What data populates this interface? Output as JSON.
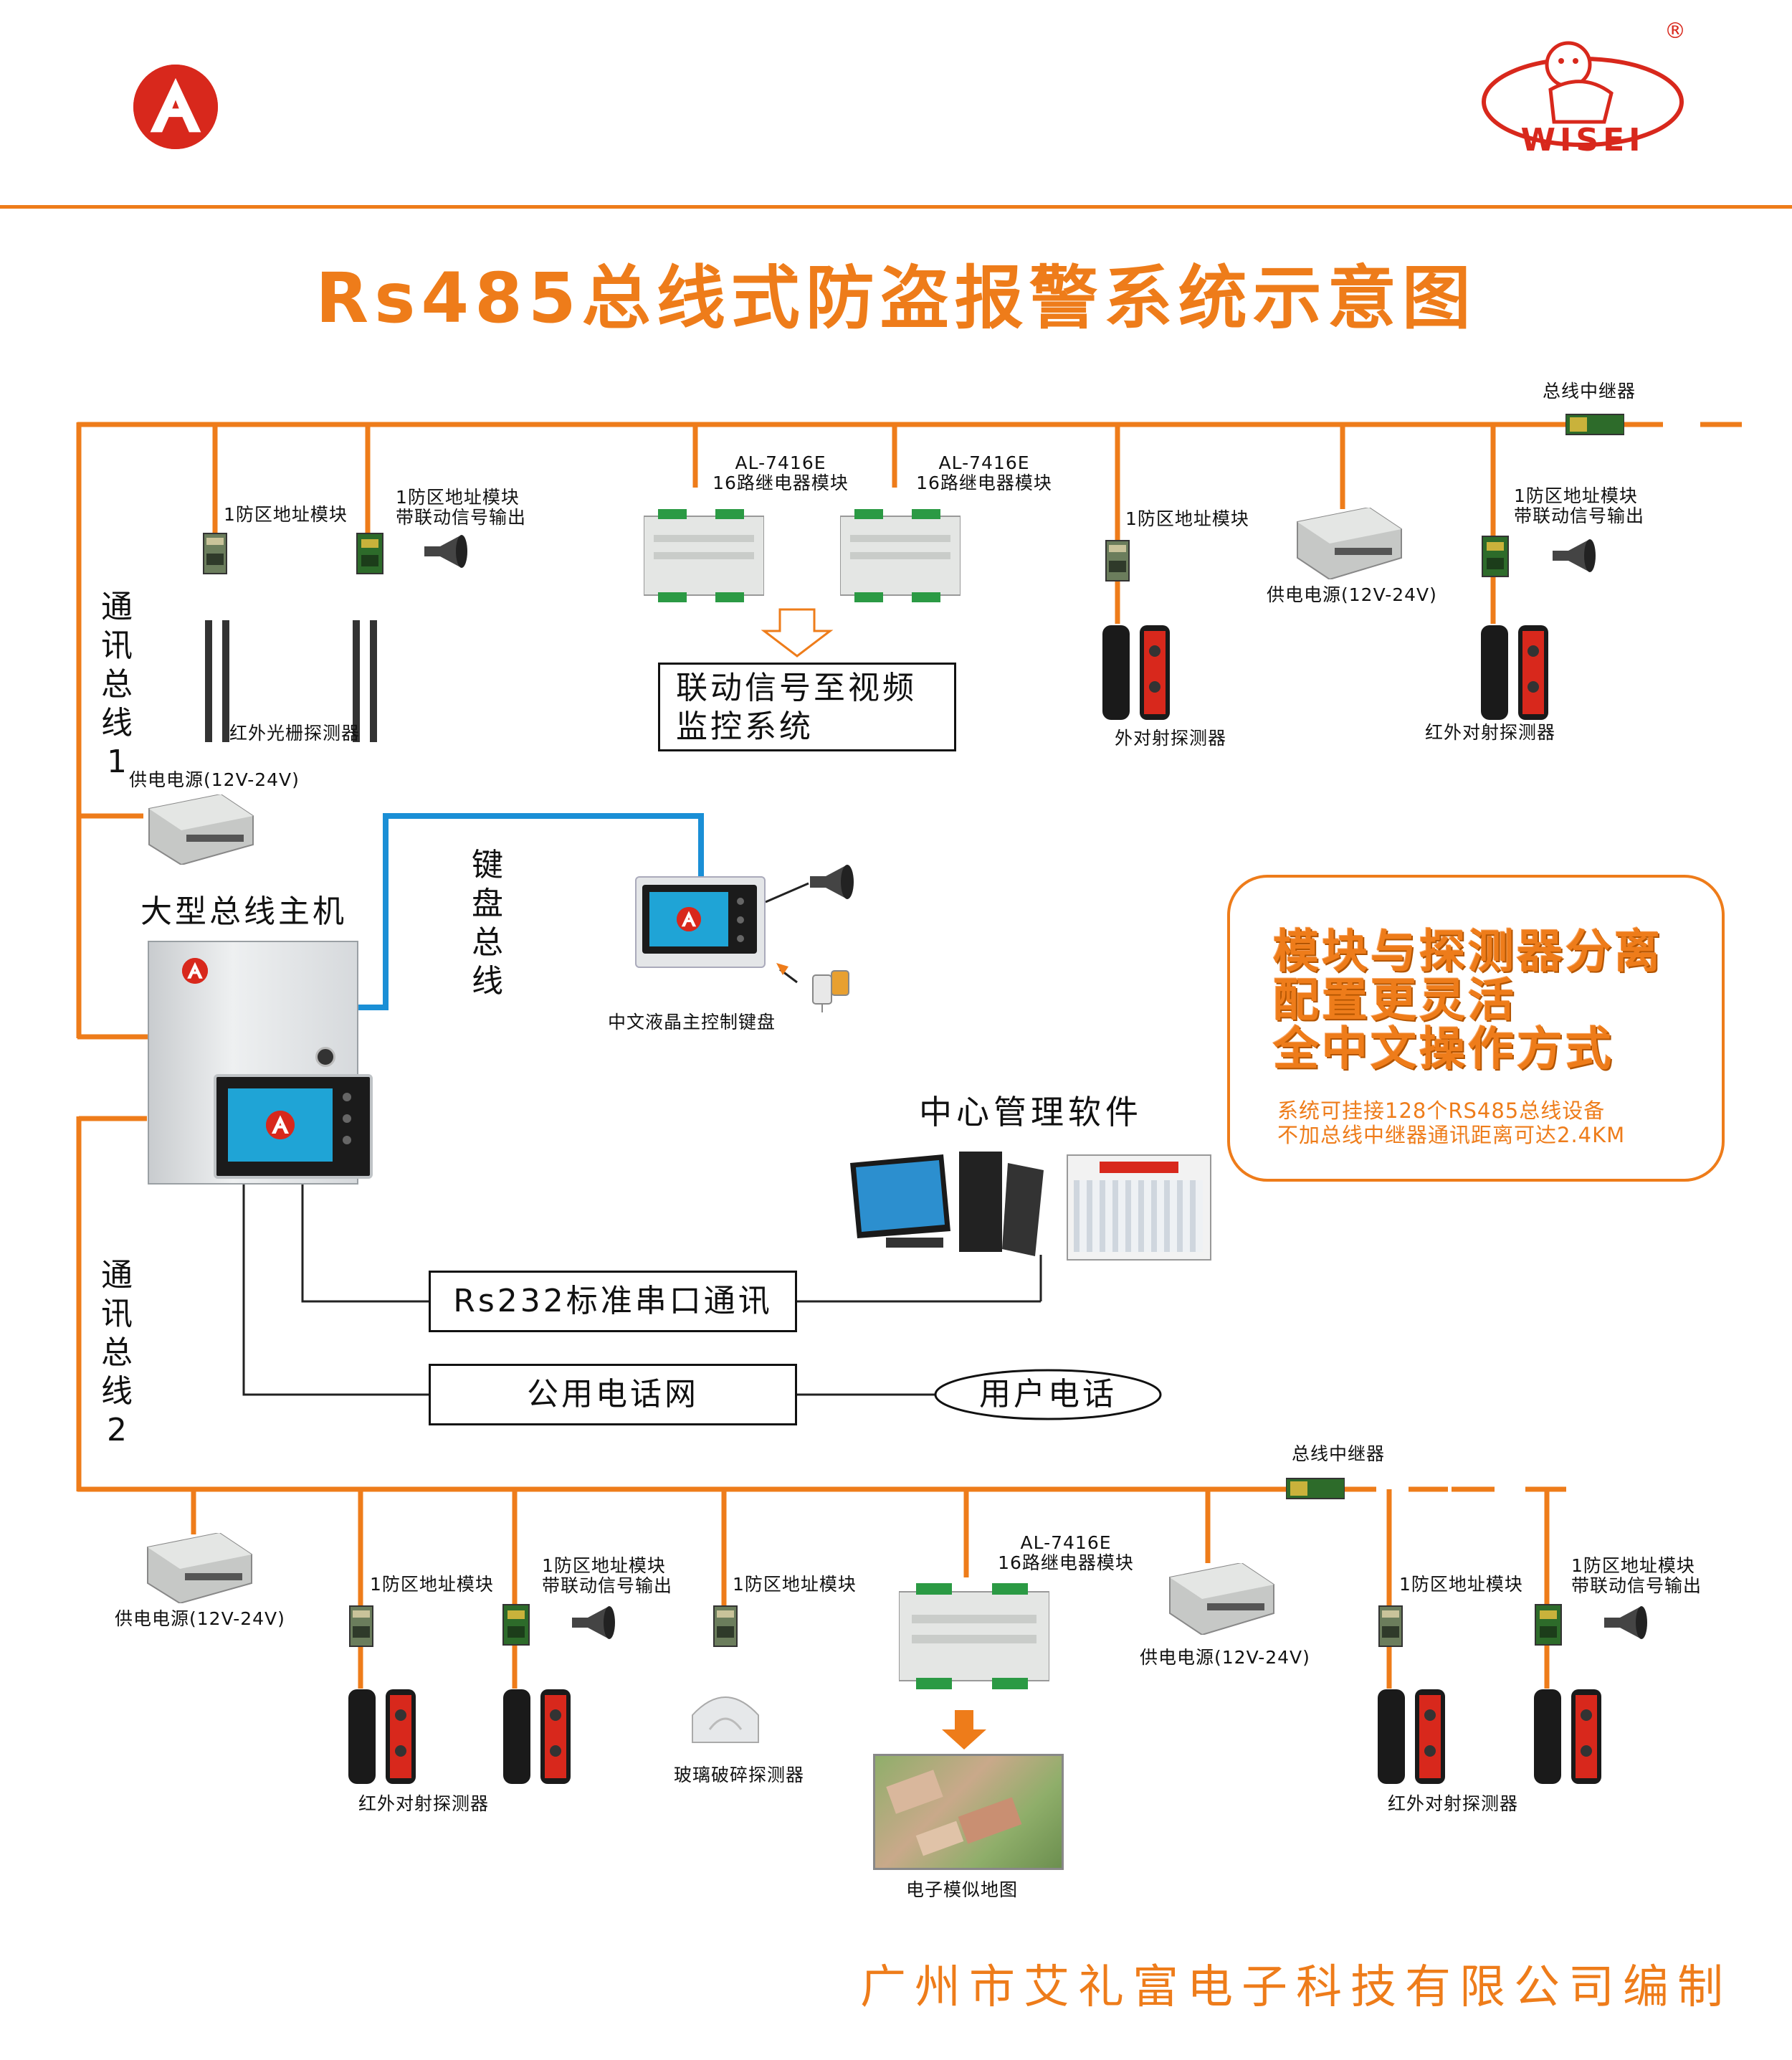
{
  "header": {
    "left_logo_icon": "a-logo-icon",
    "right_brand": "WISEI",
    "registered_mark": "®"
  },
  "title": "Rs485总线式防盗报警系统示意图",
  "bus1": {
    "label_chars": [
      "通",
      "讯",
      "总",
      "线",
      "1"
    ],
    "zone_module_1": "1防区地址模块",
    "zone_module_linked_line1": "1防区地址模块",
    "zone_module_linked_line2": "带联动信号输出",
    "relay_model": "AL-7416E",
    "relay_name": "16路继电器模块",
    "relay2_model": "AL-7416E",
    "relay2_name": "16路继电器模块",
    "zone_module_3": "1防区地址模块",
    "zone_module_linked2_line1": "1防区地址模块",
    "zone_module_linked2_line2": "带联动信号输出",
    "repeater": "总线中继器",
    "ir_grating": "红外光栅探测器",
    "linkage_box_line1": "联动信号至视频",
    "linkage_box_line2": "监控系统",
    "ext_beam": "外对射探测器",
    "power_supply": "供电电源(12V-24V)",
    "ir_beam": "红外对射探测器"
  },
  "main": {
    "power_supply": "供电电源(12V-24V)",
    "host_label": "大型总线主机",
    "keyboard_bus_chars": [
      "键",
      "盘",
      "总",
      "线"
    ],
    "keyboard_label": "中文液晶主控制键盘",
    "software_label": "中心管理软件",
    "rs232_box": "Rs232标准串口通讯",
    "pstn_box": "公用电话网",
    "user_phone": "用户电话"
  },
  "features": {
    "line1": "模块与探测器分离",
    "line2": "配置更灵活",
    "line3": "全中文操作方式",
    "note1": "系统可挂接128个RS485总线设备",
    "note2": "不加总线中继器通讯距离可达2.4KM"
  },
  "bus2": {
    "label_chars": [
      "通",
      "讯",
      "总",
      "线",
      "2"
    ],
    "repeater": "总线中继器",
    "power_supply_1": "供电电源(12V-24V)",
    "zone_module_1": "1防区地址模块",
    "zone_module_linked_line1": "1防区地址模块",
    "zone_module_linked_line2": "带联动信号输出",
    "zone_module_glass": "1防区地址模块",
    "relay_model": "AL-7416E",
    "relay_name": "16路继电器模块",
    "power_supply_2": "供电电源(12V-24V)",
    "zone_module_4": "1防区地址模块",
    "zone_module_linked2_line1": "1防区地址模块",
    "zone_module_linked2_line2": "带联动信号输出",
    "ir_beam_1": "红外对射探测器",
    "glass_break": "玻璃破碎探测器",
    "emap": "电子模似地图",
    "ir_beam_2": "红外对射探测器"
  },
  "footer": "广州市艾礼富电子科技有限公司编制",
  "colors": {
    "accent_orange": "#ee7c1a",
    "keyboard_bus_blue": "#1a8fd6",
    "logo_red": "#d8281c"
  }
}
